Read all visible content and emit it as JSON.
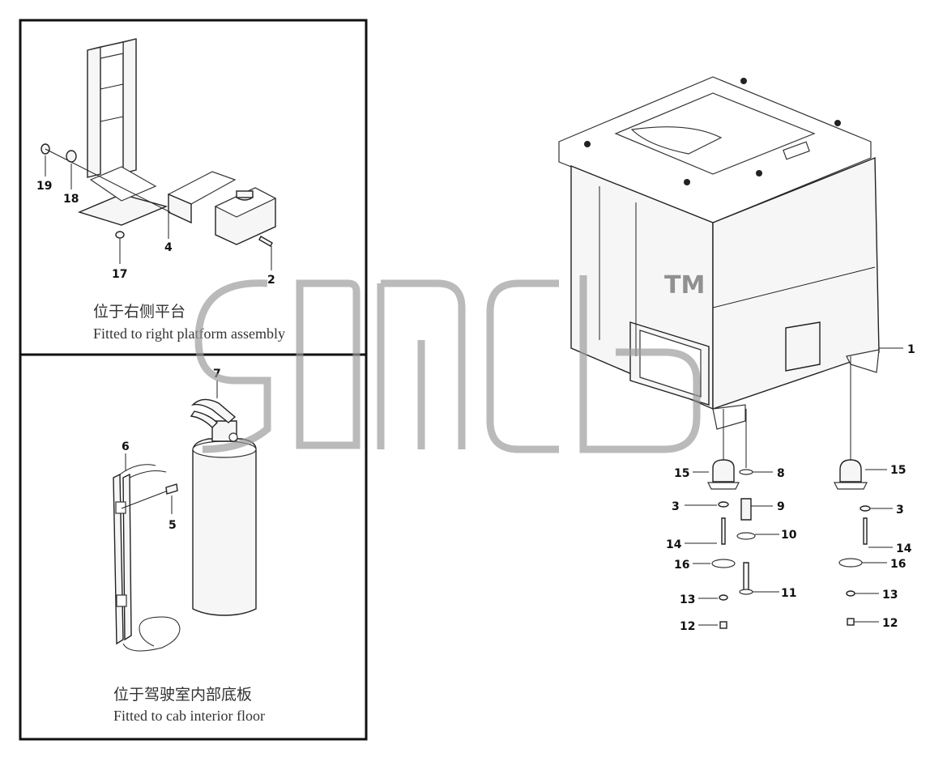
{
  "panels": {
    "right_platform": {
      "caption_cn": "位于右侧平台",
      "caption_en": "Fitted to right platform assembly"
    },
    "cab_floor": {
      "caption_cn": "位于驾驶室内部底板",
      "caption_en": "Fitted to cab interior floor"
    }
  },
  "callouts": {
    "c1": "1",
    "c2": "2",
    "c3a": "3",
    "c3b": "3",
    "c4": "4",
    "c5": "5",
    "c6": "6",
    "c7": "7",
    "c8": "8",
    "c9": "9",
    "c10": "10",
    "c11": "11",
    "c12a": "12",
    "c12b": "12",
    "c13a": "13",
    "c13b": "13",
    "c14a": "14",
    "c14b": "14",
    "c15a": "15",
    "c15b": "15",
    "c16a": "16",
    "c16b": "16",
    "c17": "17",
    "c18": "18",
    "c19": "19"
  },
  "watermark": {
    "mark": "TM"
  }
}
